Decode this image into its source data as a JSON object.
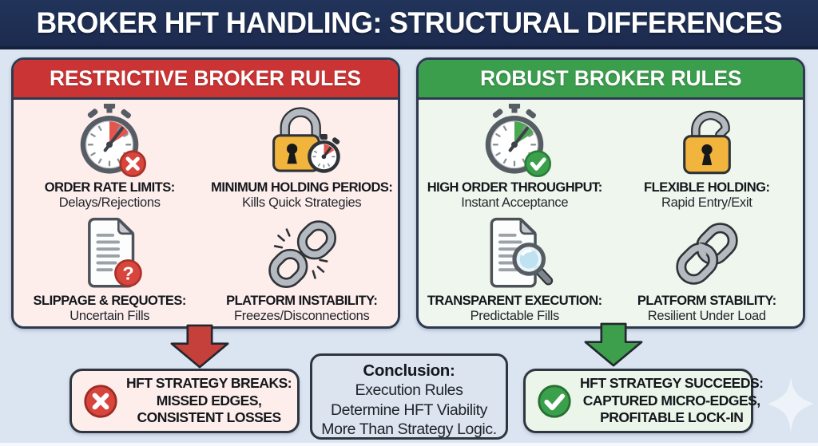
{
  "header": {
    "title": "BROKER HFT HANDLING: STRUCTURAL DIFFERENCES"
  },
  "panels": {
    "restrictive": {
      "title": "RESTRICTIVE BROKER RULES",
      "items": [
        {
          "icon": "stopwatch-error-icon",
          "label": "ORDER RATE LIMITS:",
          "detail": "Delays/Rejections"
        },
        {
          "icon": "lock-timer-icon",
          "label": "MINIMUM HOLDING PERIODS:",
          "detail": "Kills Quick Strategies"
        },
        {
          "icon": "document-question-icon",
          "label": "SLIPPAGE & REQUOTES:",
          "detail": "Uncertain Fills"
        },
        {
          "icon": "broken-chain-icon",
          "label": "PLATFORM INSTABILITY:",
          "detail": "Freezes/Disconnections"
        }
      ]
    },
    "robust": {
      "title": "ROBUST BROKER RULES",
      "items": [
        {
          "icon": "stopwatch-check-icon",
          "label": "HIGH ORDER THROUGHPUT:",
          "detail": "Instant Acceptance"
        },
        {
          "icon": "open-lock-icon",
          "label": "FLEXIBLE HOLDING:",
          "detail": "Rapid Entry/Exit"
        },
        {
          "icon": "document-magnifier-icon",
          "label": "TRANSPARENT EXECUTION:",
          "detail": "Predictable Fills"
        },
        {
          "icon": "chain-icon",
          "label": "PLATFORM STABILITY:",
          "detail": "Resilient Under Load"
        }
      ]
    }
  },
  "outcomes": {
    "negative": {
      "icon": "x-circle-icon",
      "lines": [
        "HFT STRATEGY BREAKS:",
        "MISSED EDGES,",
        "CONSISTENT LOSSES"
      ]
    },
    "conclusion": {
      "title": "Conclusion:",
      "body": "Execution Rules Determine HFT Viability More Than Strategy Logic."
    },
    "positive": {
      "icon": "check-circle-icon",
      "lines": [
        "HFT STRATEGY SUCCEEDS:",
        "CAPTURED MICRO-EDGES,",
        "PROFITABLE LOCK-IN"
      ]
    }
  },
  "colors": {
    "title_bar": "#1c2a4e",
    "background": "#dbe5f2",
    "restrictive_header": "#cb3434",
    "restrictive_body": "#fdeeec",
    "robust_header": "#3b9e4d",
    "robust_body": "#eef6ed",
    "conclusion_bg": "#dce4ef",
    "border_dark": "#2e3950",
    "error_red": "#d7453d",
    "success_green": "#3ba04c",
    "lock_amber": "#f1b53e"
  }
}
